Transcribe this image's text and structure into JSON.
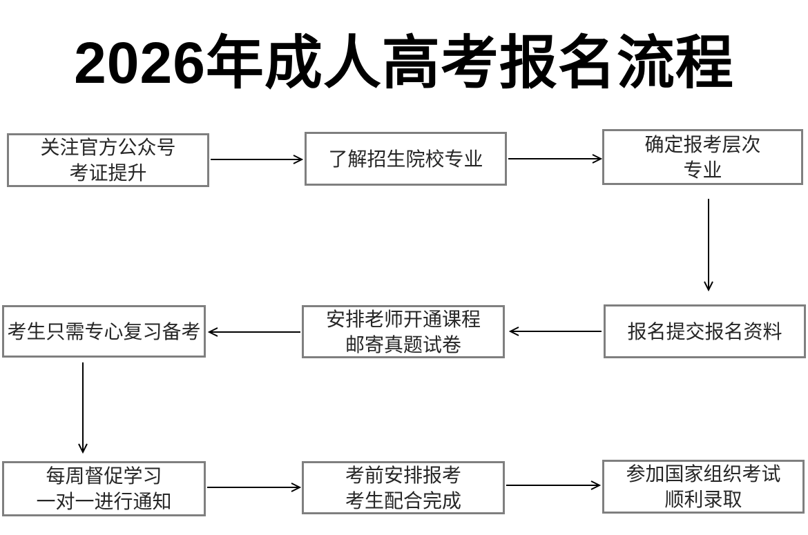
{
  "title": "2026年成人高考报名流程",
  "flow": {
    "step1": {
      "line1": "关注官方公众号",
      "line2": "考证提升"
    },
    "step2": {
      "line1": "了解招生院校专业"
    },
    "step3": {
      "line1": "确定报考层次",
      "line2": "专业"
    },
    "step4": {
      "line1": "报名提交报名资料"
    },
    "step5": {
      "line1": "安排老师开通课程",
      "line2": "邮寄真题试卷"
    },
    "step6": {
      "line1": "考生只需专心复习备考"
    },
    "step7": {
      "line1": "每周督促学习",
      "line2": "一对一进行通知"
    },
    "step8": {
      "line1": "考前安排报考",
      "line2": "考生配合完成"
    },
    "step9": {
      "line1": "参加国家组织考试",
      "line2": "顺利录取"
    }
  },
  "connections": [
    {
      "from": "step1",
      "to": "step2",
      "direction": "right"
    },
    {
      "from": "step2",
      "to": "step3",
      "direction": "right"
    },
    {
      "from": "step3",
      "to": "step4",
      "direction": "down"
    },
    {
      "from": "step4",
      "to": "step5",
      "direction": "left"
    },
    {
      "from": "step5",
      "to": "step6",
      "direction": "left"
    },
    {
      "from": "step6",
      "to": "step7",
      "direction": "down"
    },
    {
      "from": "step7",
      "to": "step8",
      "direction": "right"
    },
    {
      "from": "step8",
      "to": "step9",
      "direction": "right"
    }
  ],
  "colors": {
    "background": "#ffffff",
    "box_border": "#7f7f7f",
    "box_text": "#262626",
    "title_text": "#000000",
    "arrow": "#000000"
  }
}
